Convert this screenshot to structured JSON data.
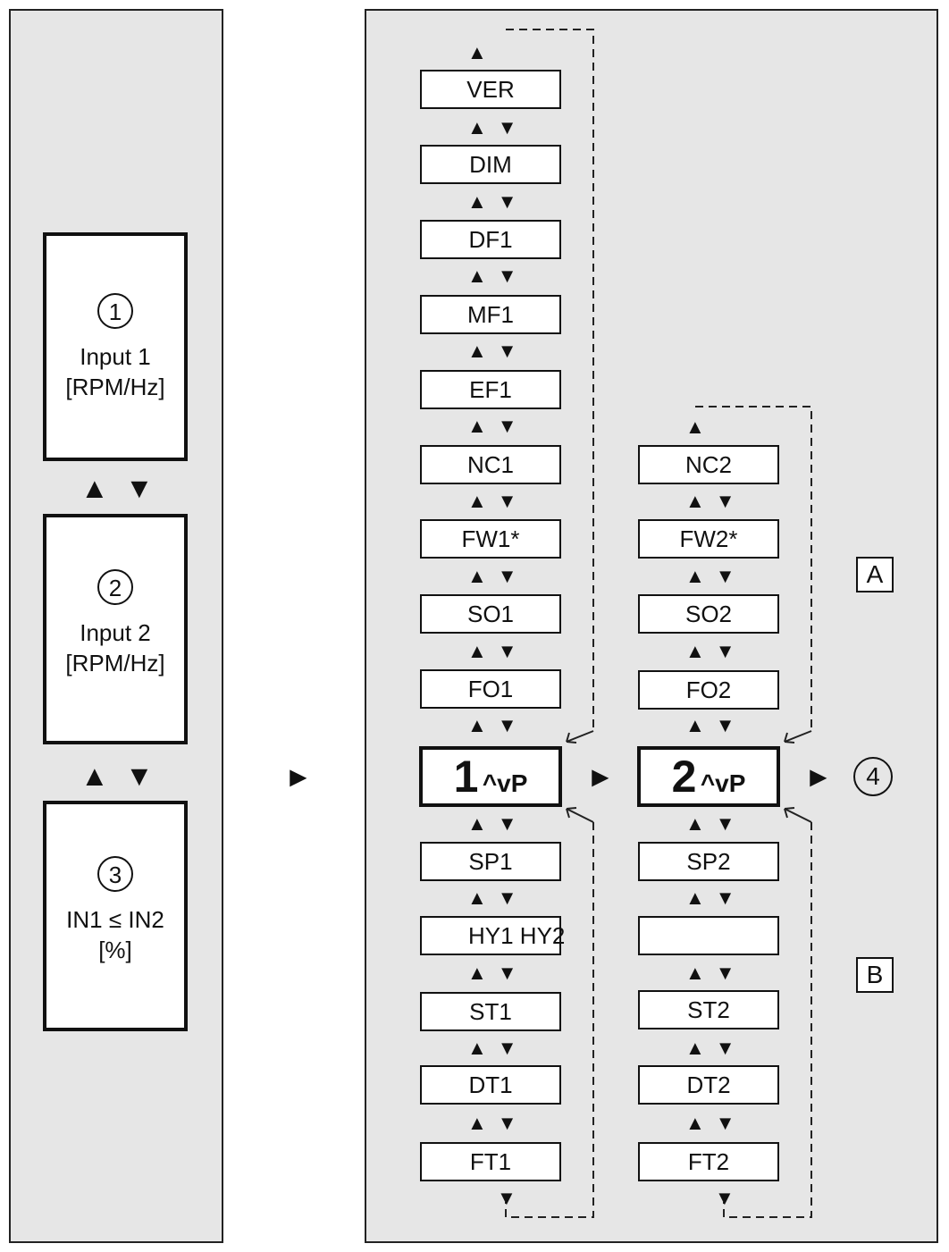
{
  "modes": [
    {
      "num": "1",
      "line1": "Input 1",
      "line2": "[RPM/Hz]"
    },
    {
      "num": "2",
      "line1": "Input 2",
      "line2": "[RPM/Hz]"
    },
    {
      "num": "3",
      "line1": "IN1 ≤ IN2",
      "line2": "[%]"
    }
  ],
  "arrows": {
    "up": "▲",
    "down": "▼",
    "right": "►",
    "updown": "▲▼"
  },
  "channel1": {
    "upper": [
      "VER",
      "DIM",
      "DF1",
      "MF1",
      "EF1",
      "NC1",
      "FW1*",
      "SO1",
      "FO1"
    ],
    "selector_big": "1",
    "selector_small": "^vP",
    "lower": [
      "SP1",
      "HY1 HY2",
      "ST1",
      "DT1",
      "FT1"
    ]
  },
  "channel2": {
    "upper": [
      "NC2",
      "FW2*",
      "SO2",
      "FO2"
    ],
    "selector_big": "2",
    "selector_small": "^vP",
    "lower": [
      "SP2",
      "",
      "ST2",
      "DT2",
      "FT2"
    ]
  },
  "labels": {
    "group_a": "A",
    "group_b": "B",
    "output": "4"
  },
  "colors": {
    "panel": "#e6e6e6",
    "border": "#111111"
  }
}
